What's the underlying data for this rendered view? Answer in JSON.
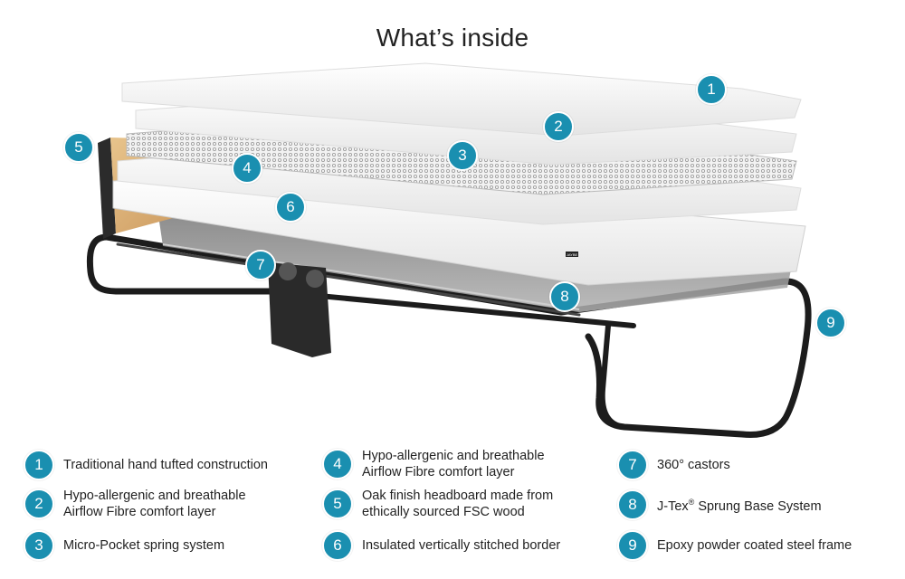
{
  "title": "What’s inside",
  "callouts": [
    {
      "num": "1",
      "text": "Traditional hand tufted construction"
    },
    {
      "num": "2",
      "text": "Hypo-allergenic and breathable Airflow Fibre comfort layer"
    },
    {
      "num": "3",
      "text": "Micro-Pocket spring system"
    },
    {
      "num": "4",
      "text": "Hypo-allergenic and breathable Airflow Fibre comfort layer"
    },
    {
      "num": "5",
      "text": "Oak finish headboard made from ethically sourced FSC wood"
    },
    {
      "num": "6",
      "text": "Insulated vertically stitched border"
    },
    {
      "num": "7",
      "text": "360° castors"
    },
    {
      "num": "8",
      "text": "J-Tex® Sprung Base System"
    },
    {
      "num": "9",
      "text": "Epoxy powder coated steel frame"
    }
  ],
  "legend_lines": {
    "l1": "Traditional hand tufted construction",
    "l2a": "Hypo-allergenic and breathable",
    "l2b": "Airflow Fibre comfort layer",
    "l3": "Micro-Pocket spring system",
    "l4a": "Hypo-allergenic and breathable",
    "l4b": "Airflow Fibre comfort layer",
    "l5a": "Oak finish headboard made from",
    "l5b": "ethically sourced FSC wood",
    "l6": "Insulated vertically stitched border",
    "l7": "360° castors",
    "l8a": "J-Tex",
    "l8sup": "®",
    "l8b": " Sprung Base System",
    "l9": "Epoxy powder coated steel frame"
  },
  "brand_label": "JAYBE",
  "colors": {
    "badge": "#1a8fb0",
    "frame": "#1c1c1c",
    "wood": "#d9b07a"
  }
}
